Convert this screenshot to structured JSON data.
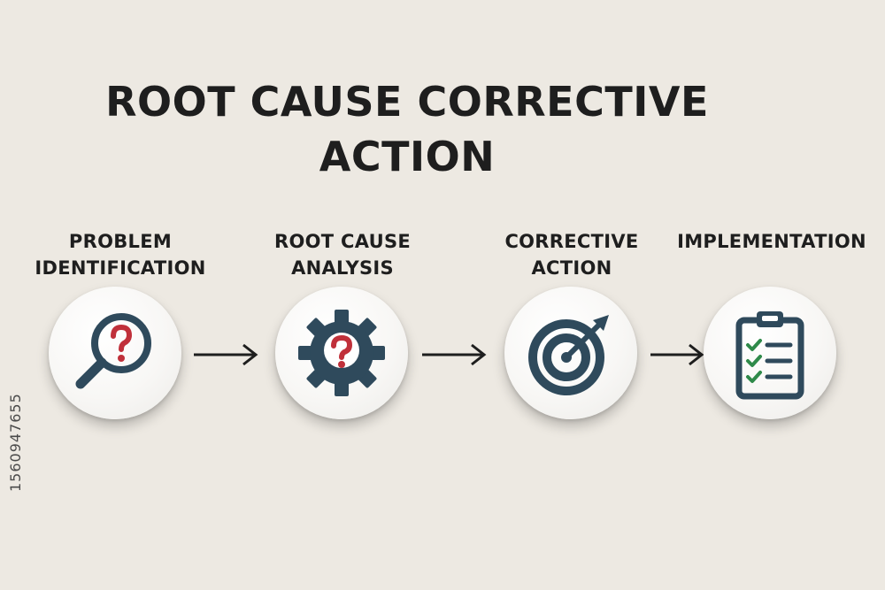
{
  "title": {
    "line1": "ROOT CAUSE CORRECTIVE",
    "line2": "ACTION"
  },
  "steps": [
    {
      "label_line1": "PROBLEM",
      "label_line2": "IDENTIFICATION",
      "icon": "magnifier-question-icon"
    },
    {
      "label_line1": "ROOT CAUSE",
      "label_line2": "ANALYSIS",
      "icon": "gear-question-icon"
    },
    {
      "label_line1": "CORRECTIVE",
      "label_line2": "ACTION",
      "icon": "target-arrow-icon"
    },
    {
      "label_line1": "IMPLEMENTATION",
      "label_line2": "",
      "icon": "checklist-clipboard-icon"
    }
  ],
  "watermark_id": "1560947655",
  "colors": {
    "background": "#ede9e2",
    "icon_dark": "#2f4a5c",
    "icon_red": "#c0303a",
    "icon_green": "#2f8a4a",
    "text": "#1e1e1e"
  }
}
